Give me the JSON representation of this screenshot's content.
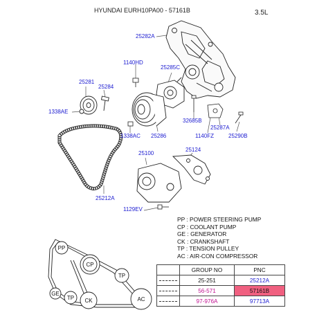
{
  "header": {
    "title": "HYUNDAI EURH10PA00 - 57161B",
    "engine": "3.5L"
  },
  "callouts": {
    "c25282A": "25282A",
    "c1140HD": "1140HD",
    "c25285C": "25285C",
    "c25281": "25281",
    "c25284": "25284",
    "c1338AE": "1338AE",
    "c32685B": "32685B",
    "c25287A": "25287A",
    "c1140FZ": "1140FZ",
    "c25290B": "25290B",
    "c1338AC": "1338AC",
    "c25286": "25286",
    "c25100": "25100",
    "c25124": "25124",
    "c25212A": "25212A",
    "c1129EV": "1129EV"
  },
  "legend": [
    "PP : POWER STEERING PUMP",
    "CP : COOLANT PUMP",
    "GE : GENERATOR",
    "CK : CRANKSHAFT",
    "TP : TENSION PULLEY",
    "AC : AIR-CON COMPRESSOR"
  ],
  "pulleys": {
    "pp": "PP",
    "cp": "CP",
    "ge": "GE",
    "tp1": "TP",
    "tp2": "TP",
    "ck": "CK",
    "ac": "AC"
  },
  "table": {
    "headers": [
      "GROUP NO",
      "PNC"
    ],
    "rows": [
      {
        "group": "25-251",
        "pnc": "25212A"
      },
      {
        "group": "56-571",
        "pnc": "57161B"
      },
      {
        "group": "97-976A",
        "pnc": "97713A"
      }
    ]
  }
}
